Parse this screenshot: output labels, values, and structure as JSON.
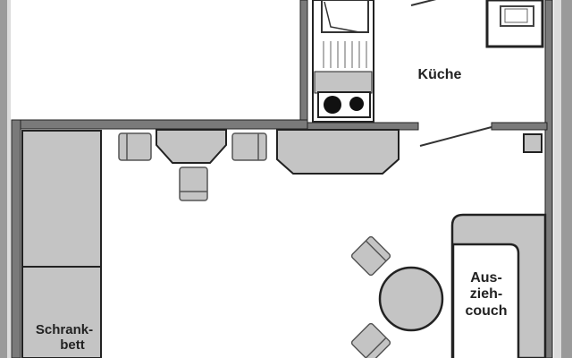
{
  "floorplan": {
    "rooms": [
      {
        "id": "kitchen",
        "label": "Küche"
      },
      {
        "id": "living",
        "label": ""
      }
    ],
    "furniture": {
      "murphy_bed": {
        "line1": "Schrank-",
        "line2": "bett"
      },
      "sofa_bed": {
        "line1": "Aus-",
        "line2": "zieh-",
        "line3": "couch"
      },
      "stove": {
        "burners": 2
      },
      "microwave": {},
      "dining_table_round": {
        "chairs": 2
      },
      "counter_table": {
        "chairs": 3
      }
    },
    "colors": {
      "wall": "#7a7a7a",
      "furniture_fill": "#c4c4c4",
      "outline": "#1a1a1a",
      "background": "#ffffff"
    }
  }
}
